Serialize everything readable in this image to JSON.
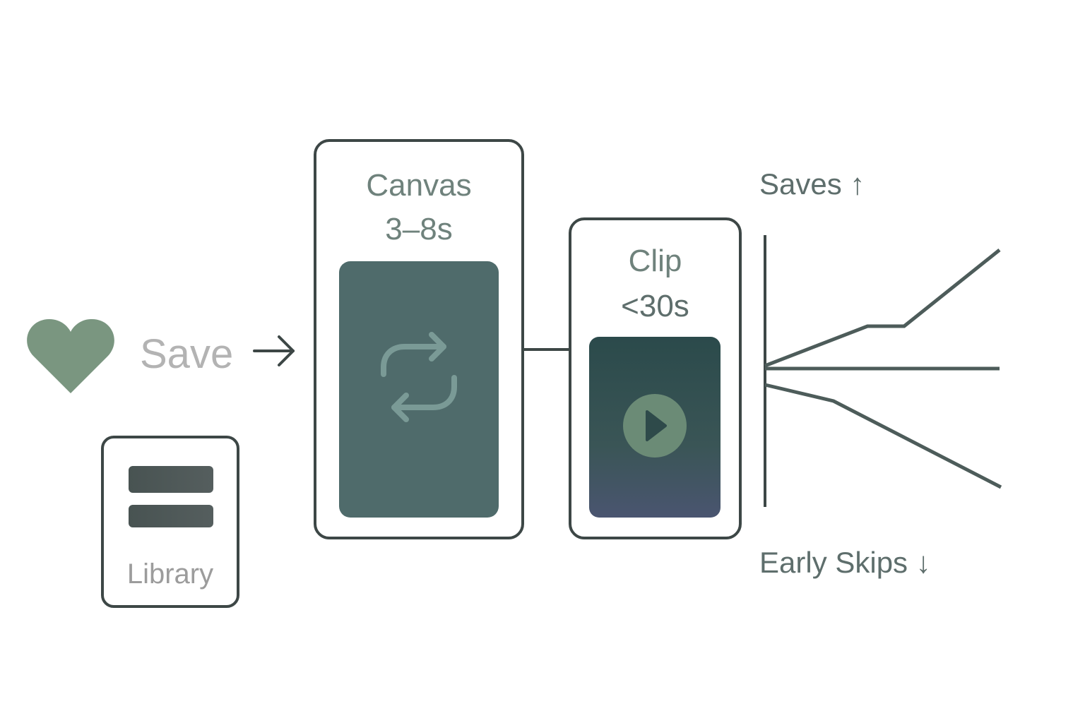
{
  "save": {
    "label": "Save"
  },
  "library": {
    "label": "Library"
  },
  "canvas": {
    "title": "Canvas",
    "duration": "3–8s"
  },
  "clip": {
    "title": "Clip",
    "duration": "<30s"
  },
  "metrics": {
    "top": "Saves ↑",
    "bottom": "Early Skips ↓"
  },
  "colors": {
    "accent": "#7a9680",
    "stroke": "#3d4746",
    "text": "#6f827c",
    "canvas_fill": "#4f6b6b"
  }
}
